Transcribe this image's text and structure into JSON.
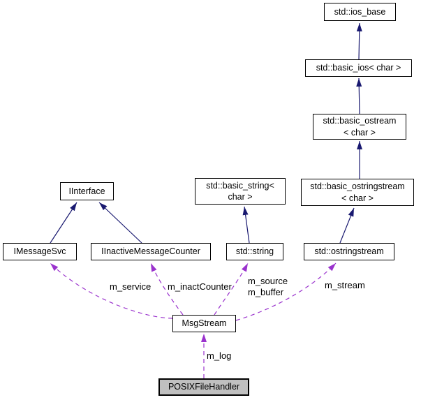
{
  "diagram": {
    "type": "doxygen-collaboration-graph",
    "background": "#ffffff",
    "colors": {
      "inheritance_edge": "#191970",
      "usage_edge": "#9a32cd",
      "node_border": "#000000",
      "node_fill": "#ffffff",
      "focus_node_fill": "#c0c0c0",
      "text": "#000000"
    },
    "nodes": [
      {
        "id": "std-ios-base",
        "label": "std::ios_base"
      },
      {
        "id": "std-basic-ios",
        "label": "std::basic_ios< char >"
      },
      {
        "id": "std-basic-ostream",
        "label": "std::basic_ostream\n< char >"
      },
      {
        "id": "std-basic-ostringstream",
        "label": "std::basic_ostringstream\n< char >"
      },
      {
        "id": "std-basic-string",
        "label": "std::basic_string<\nchar >"
      },
      {
        "id": "iinterface",
        "label": "IInterface"
      },
      {
        "id": "imessagesvc",
        "label": "IMessageSvc"
      },
      {
        "id": "iinactive-message-counter",
        "label": "IInactiveMessageCounter"
      },
      {
        "id": "std-string",
        "label": "std::string"
      },
      {
        "id": "std-ostringstream",
        "label": "std::ostringstream"
      },
      {
        "id": "msgstream",
        "label": "MsgStream"
      },
      {
        "id": "posix-file-handler",
        "label": "POSIXFileHandler",
        "focus": true
      }
    ],
    "edges": {
      "inheritance": [
        {
          "from": "std::basic_ios< char >",
          "to": "std::ios_base"
        },
        {
          "from": "std::basic_ostream< char >",
          "to": "std::basic_ios< char >"
        },
        {
          "from": "std::basic_ostringstream< char >",
          "to": "std::basic_ostream< char >"
        },
        {
          "from": "std::ostringstream",
          "to": "std::basic_ostringstream< char >"
        },
        {
          "from": "std::string",
          "to": "std::basic_string< char >"
        },
        {
          "from": "IMessageSvc",
          "to": "IInterface"
        },
        {
          "from": "IInactiveMessageCounter",
          "to": "IInterface"
        }
      ],
      "usage": [
        {
          "from": "MsgStream",
          "to": "IMessageSvc",
          "label": "m_service"
        },
        {
          "from": "MsgStream",
          "to": "IInactiveMessageCounter",
          "label": "m_inactCounter"
        },
        {
          "from": "MsgStream",
          "to": "std::string",
          "label": "m_source\nm_buffer"
        },
        {
          "from": "MsgStream",
          "to": "std::ostringstream",
          "label": "m_stream"
        },
        {
          "from": "POSIXFileHandler",
          "to": "MsgStream",
          "label": "m_log"
        }
      ]
    },
    "edge_labels": {
      "m_service": "m_service",
      "m_inactCounter": "m_inactCounter",
      "m_source_buffer": "m_source\nm_buffer",
      "m_stream": "m_stream",
      "m_log": "m_log"
    }
  }
}
